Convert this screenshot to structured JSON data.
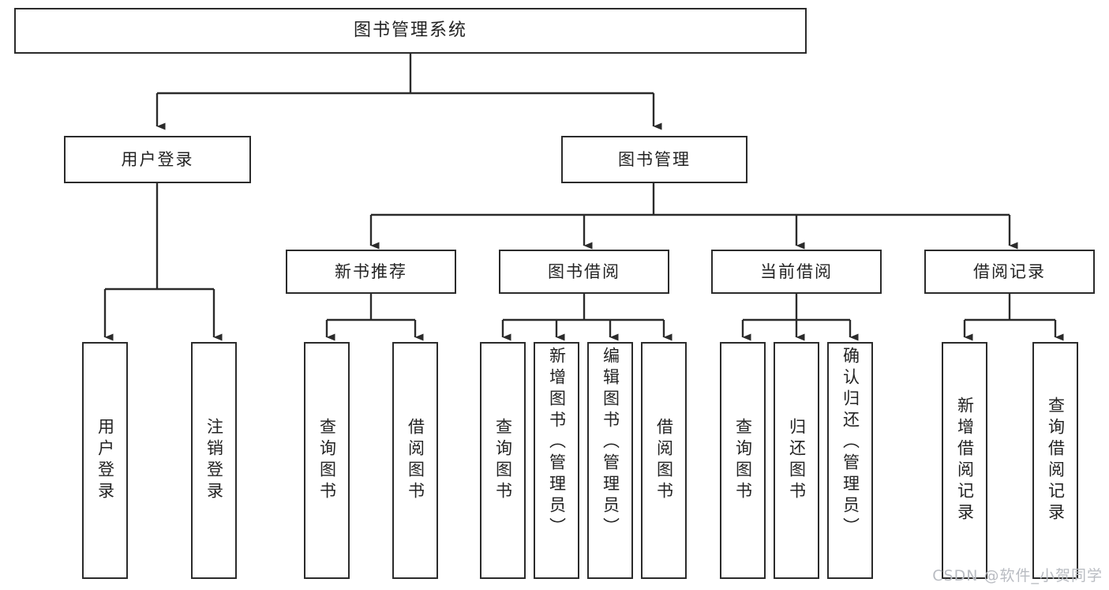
{
  "diagram": {
    "title": "图书管理系统",
    "type": "tree",
    "root": {
      "label": "图书管理系统"
    },
    "level2": [
      {
        "label": "用户登录"
      },
      {
        "label": "图书管理"
      }
    ],
    "level3": [
      {
        "label": "新书推荐"
      },
      {
        "label": "图书借阅"
      },
      {
        "label": "当前借阅"
      },
      {
        "label": "借阅记录"
      }
    ],
    "leaves": {
      "user_login": [
        {
          "label": "用户登录"
        },
        {
          "label": "注销登录"
        }
      ],
      "new_book_recommend": [
        {
          "label": "查询图书"
        },
        {
          "label": "借阅图书"
        }
      ],
      "book_borrow": [
        {
          "label": "查询图书"
        },
        {
          "label": "新增图书（管理员）"
        },
        {
          "label": "编辑图书（管理员）"
        },
        {
          "label": "借阅图书"
        }
      ],
      "current_borrow": [
        {
          "label": "查询图书"
        },
        {
          "label": "归还图书"
        },
        {
          "label": "确认归还（管理员）"
        }
      ],
      "borrow_record": [
        {
          "label": "新增借阅记录"
        },
        {
          "label": "查询借阅记录"
        }
      ]
    }
  },
  "watermark": {
    "text": "CSDN @软件_小贺同学"
  },
  "colors": {
    "stroke": "#2b2b2b",
    "background": "#ffffff",
    "text": "#232323",
    "watermark": "#b9bcc2"
  }
}
